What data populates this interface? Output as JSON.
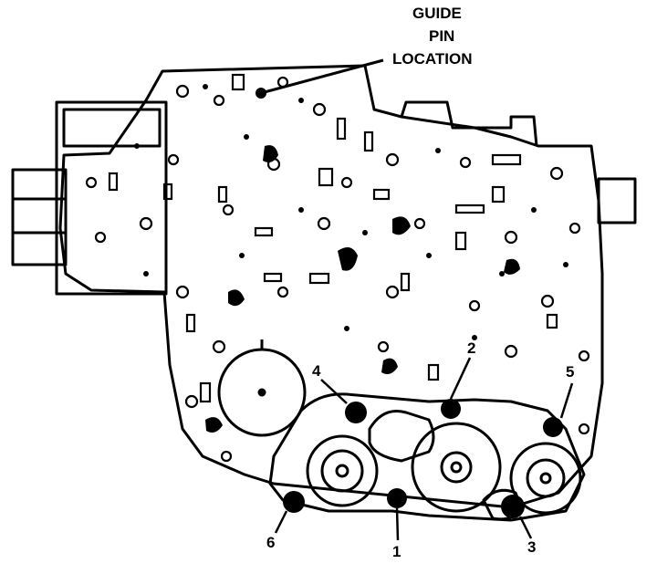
{
  "callout": {
    "title_lines": [
      "GUIDE",
      "PIN",
      "LOCATION"
    ]
  },
  "labels": {
    "n1": "1",
    "n2": "2",
    "n3": "3",
    "n4": "4",
    "n5": "5",
    "n6": "6"
  },
  "colors": {
    "ink": "#000000",
    "paper": "#ffffff"
  }
}
